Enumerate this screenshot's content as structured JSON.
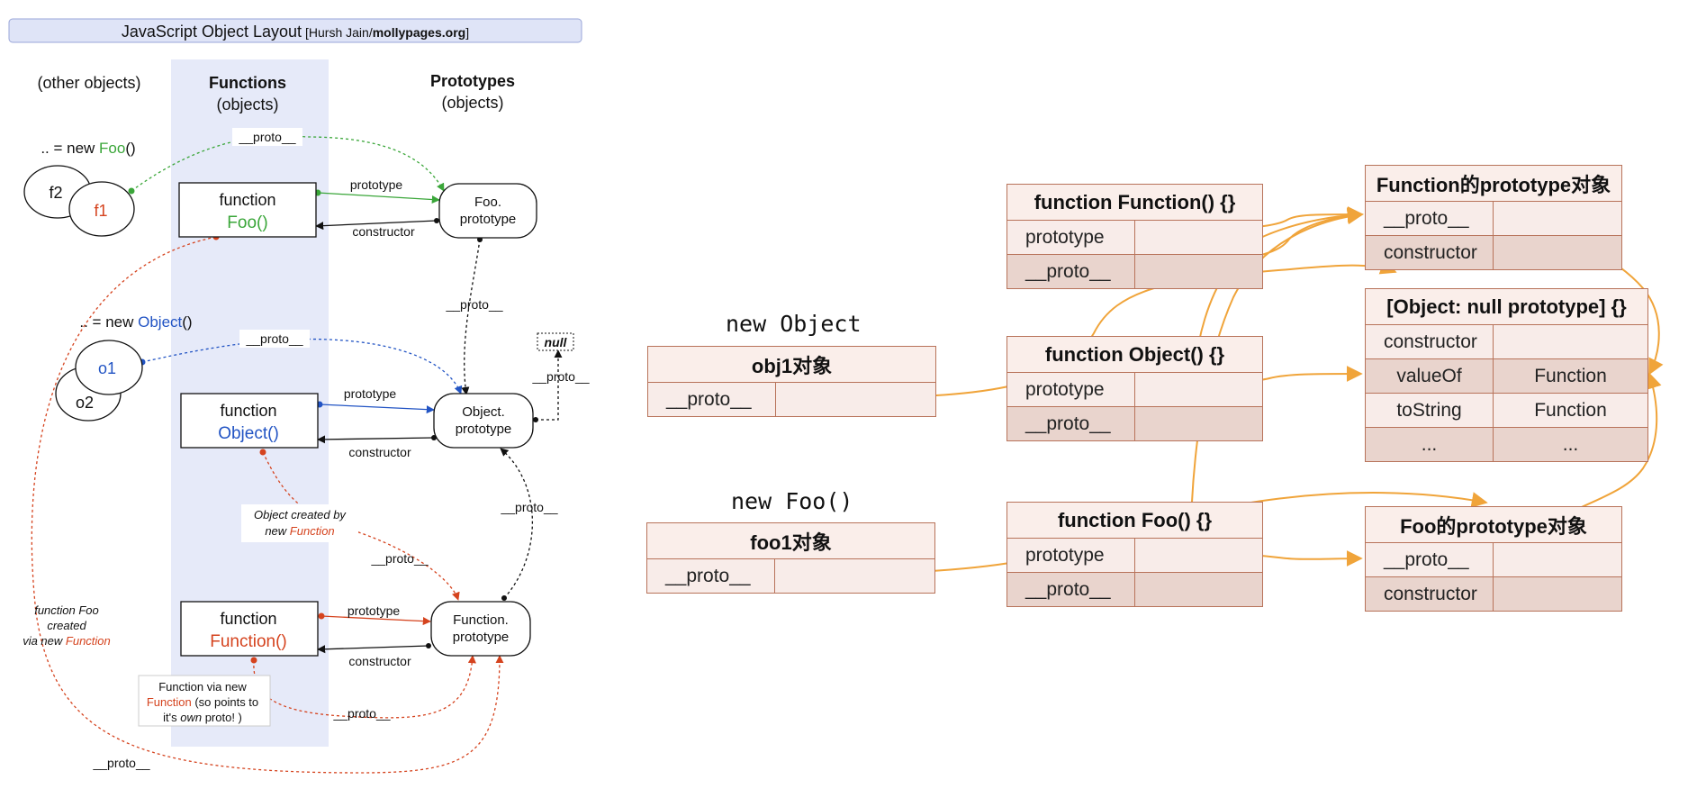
{
  "left_diagram": {
    "title_main": "JavaScript Object Layout",
    "title_bracket_open": "[Hursh Jain/",
    "title_site": "mollypages.org",
    "title_bracket_close": "]",
    "col_other": "(other objects)",
    "col_functions": "Functions",
    "col_functions_sub": "(objects)",
    "col_prototypes": "Prototypes",
    "col_prototypes_sub": "(objects)",
    "new_foo_prefix": ".. = new ",
    "new_foo_name": "Foo",
    "new_foo_suffix": "()",
    "new_object_prefix": ".. = new ",
    "new_object_name": "Object",
    "new_object_suffix": "()",
    "f2": "f2",
    "f1": "f1",
    "o1": "o1",
    "o2": "o2",
    "function_word": "function",
    "foo_fn": "Foo()",
    "object_fn": "Object()",
    "function_fn": "Function()",
    "foo_proto_l1": "Foo.",
    "foo_proto_l2": "prototype",
    "object_proto_l1": "Object.",
    "object_proto_l2": "prototype",
    "function_proto_l1": "Function.",
    "function_proto_l2": "prototype",
    "null": "null",
    "prototype_label": "prototype",
    "constructor_label": "constructor",
    "proto_label": "__proto__",
    "note_object_created_l1": "Object created by",
    "note_object_created_l2_prefix": "new ",
    "note_object_created_l2_fn": "Function",
    "note_foo_created_l1": "function Foo",
    "note_foo_created_l2": "created",
    "note_foo_created_l3_prefix": "via new ",
    "note_foo_created_l3_fn": "Function",
    "note_fn_via_l1": "Function via new",
    "note_fn_via_l2_fn": "Function",
    "note_fn_via_l2_rest": " (so points to",
    "note_fn_via_l3_prefix": "it's ",
    "note_fn_via_l3_em": "own",
    "note_fn_via_l3_suffix": " proto! )",
    "colors": {
      "green": "#3aa639",
      "blue": "#2254c4",
      "red": "#d5431e",
      "band": "#e6eaf9"
    }
  },
  "right_diagram": {
    "new_object_caption": "new Object",
    "new_foo_caption": "new Foo()",
    "obj1": {
      "title": "obj1对象",
      "rows": [
        {
          "key": "__proto__",
          "value": ""
        }
      ]
    },
    "foo1": {
      "title": "foo1对象",
      "rows": [
        {
          "key": "__proto__",
          "value": ""
        }
      ]
    },
    "function_function": {
      "title": "function Function() {}",
      "rows": [
        {
          "key": "prototype",
          "value": ""
        },
        {
          "key": "__proto__",
          "value": ""
        }
      ]
    },
    "function_object": {
      "title": "function Object() {}",
      "rows": [
        {
          "key": "prototype",
          "value": ""
        },
        {
          "key": "__proto__",
          "value": ""
        }
      ]
    },
    "function_foo": {
      "title": "function Foo() {}",
      "rows": [
        {
          "key": "prototype",
          "value": ""
        },
        {
          "key": "__proto__",
          "value": ""
        }
      ]
    },
    "function_prototype_obj": {
      "title": "Function的prototype对象",
      "rows": [
        {
          "key": "__proto__",
          "value": ""
        },
        {
          "key": "constructor",
          "value": ""
        }
      ]
    },
    "null_prototype_obj": {
      "title": "[Object: null prototype] {}",
      "rows": [
        {
          "key": "constructor",
          "value": ""
        },
        {
          "key": "valueOf",
          "value": "Function"
        },
        {
          "key": "toString",
          "value": "Function"
        },
        {
          "key": "...",
          "value": "..."
        }
      ]
    },
    "foo_prototype_obj": {
      "title": "Foo的prototype对象",
      "rows": [
        {
          "key": "__proto__",
          "value": ""
        },
        {
          "key": "constructor",
          "value": ""
        }
      ]
    },
    "colors": {
      "arrow": "#f0a43a",
      "border": "#b8735a",
      "row_dark": "#e9d4cd",
      "row_light": "#f8ece9"
    }
  }
}
